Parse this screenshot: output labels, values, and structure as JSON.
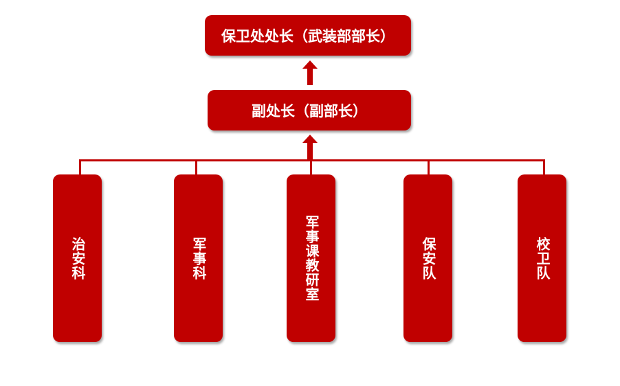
{
  "colors": {
    "box_fill": "#c00000",
    "text": "#ffffff",
    "connector": "#c00000"
  },
  "top_box": {
    "label": "保卫处处长（武装部部长）"
  },
  "mid_box": {
    "label": "副处长（副部长）"
  },
  "departments": [
    {
      "label": "治安科"
    },
    {
      "label": "军事科"
    },
    {
      "label": "军事课教研室"
    },
    {
      "label": "保安队"
    },
    {
      "label": "校卫队"
    }
  ]
}
